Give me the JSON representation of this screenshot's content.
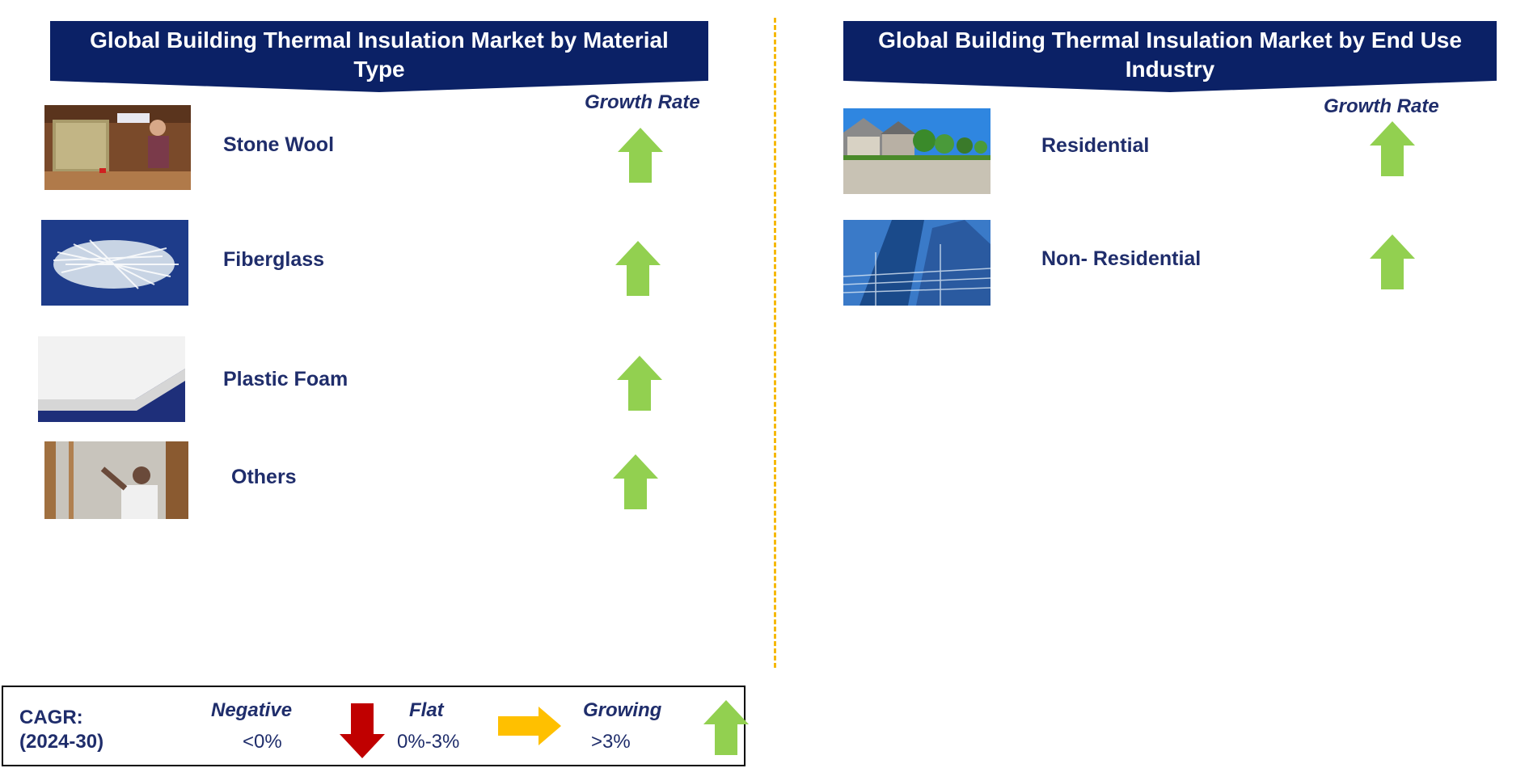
{
  "left_panel": {
    "title": "Global Building Thermal Insulation Market by Material Type",
    "growth_header": "Growth Rate",
    "items": [
      {
        "label": "Stone Wool",
        "trend": "growing"
      },
      {
        "label": "Fiberglass",
        "trend": "growing"
      },
      {
        "label": "Plastic Foam",
        "trend": "growing"
      },
      {
        "label": "Others",
        "trend": "growing"
      }
    ]
  },
  "right_panel": {
    "title": "Global Building Thermal Insulation Market by End Use Industry",
    "growth_header": "Growth Rate",
    "items": [
      {
        "label": "Residential",
        "trend": "growing"
      },
      {
        "label": "Non- Residential",
        "trend": "growing"
      }
    ]
  },
  "legend": {
    "title_line1": "CAGR:",
    "title_line2": "(2024-30)",
    "negative": {
      "label": "Negative",
      "range": "<0%",
      "color": "#c00000"
    },
    "flat": {
      "label": "Flat",
      "range": "0%-3%",
      "color": "#ffc000"
    },
    "growing": {
      "label": "Growing",
      "range": ">3%",
      "color": "#92d050"
    }
  },
  "colors": {
    "banner": "#0b2166",
    "text": "#1f2d6b",
    "divider": "#f5b800",
    "arrow_up": "#92d050"
  }
}
